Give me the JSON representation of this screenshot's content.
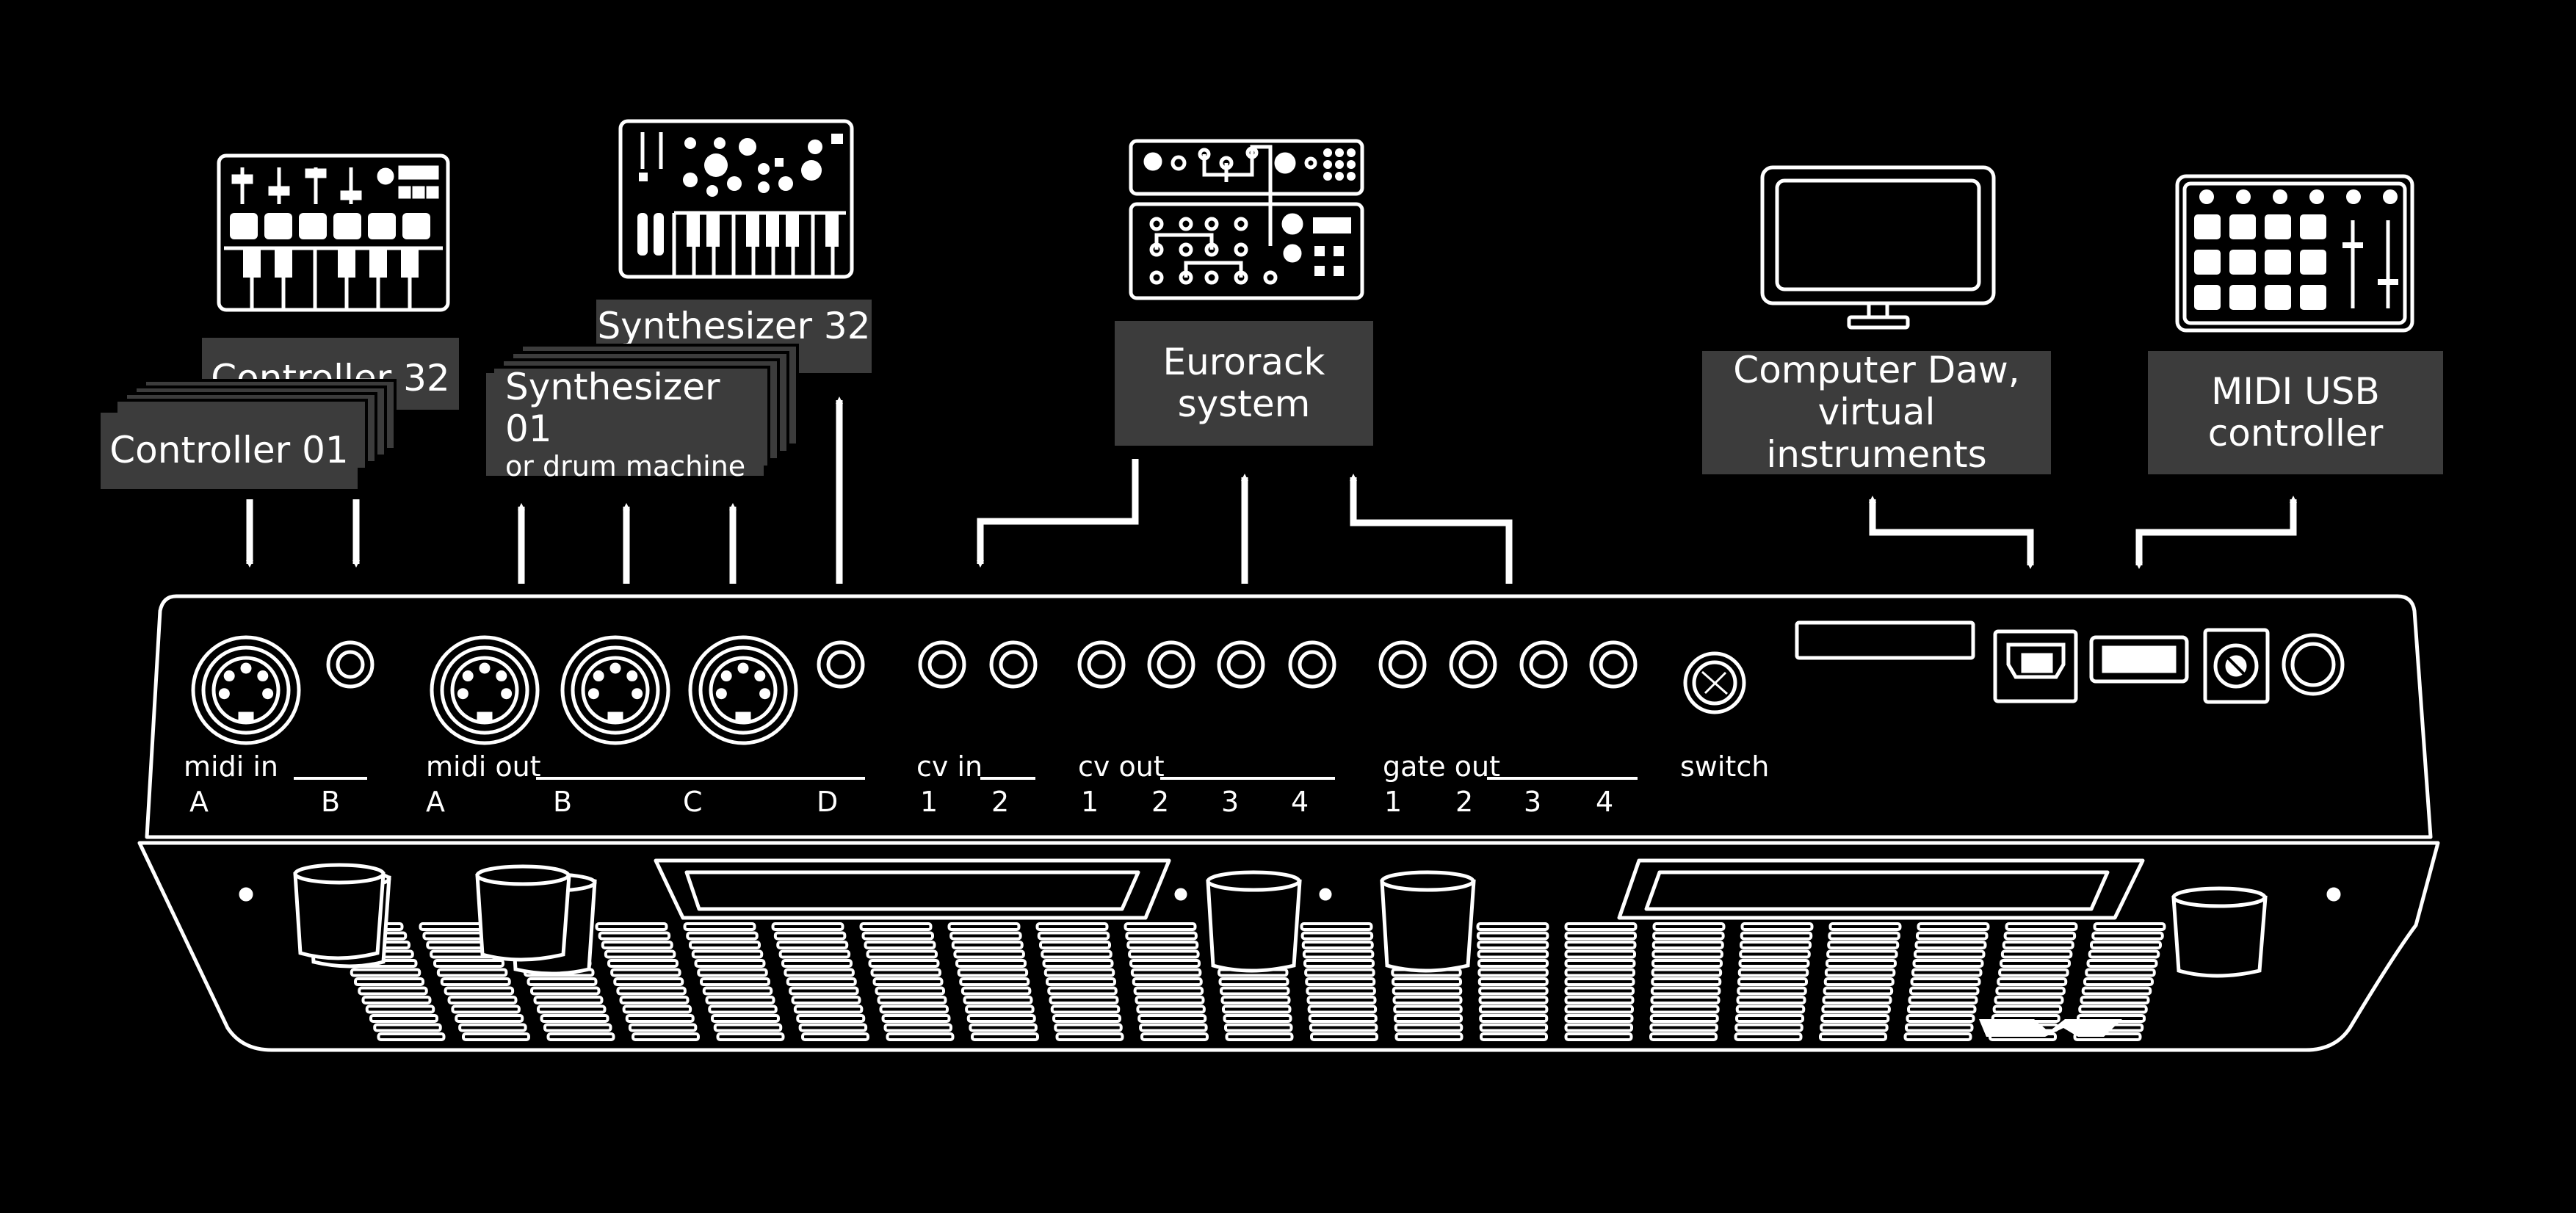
{
  "colors": {
    "background": "#000000",
    "line": "#ffffff",
    "label_bg": "#3c3c3c",
    "label_text": "#ffffff"
  },
  "devices": {
    "controller_back": "Controller 32",
    "controller_front": "Controller 01",
    "synth_back": "Synthesizer 32",
    "synth_front": "Synthesizer 01",
    "synth_front_sub": "or drum machine",
    "eurorack_line1": "Eurorack",
    "eurorack_line2": "system",
    "computer_line1": "Computer Daw,",
    "computer_line2": "virtual instruments",
    "usb_line1": "MIDI USB",
    "usb_line2": "controller"
  },
  "ports": {
    "midi_in": {
      "label": "midi in",
      "channels": [
        "A",
        "B"
      ]
    },
    "midi_out": {
      "label": "midi out",
      "channels": [
        "A",
        "B",
        "C",
        "D"
      ]
    },
    "cv_in": {
      "label": "cv in",
      "channels": [
        "1",
        "2"
      ]
    },
    "cv_out": {
      "label": "cv out",
      "channels": [
        "1",
        "2",
        "3",
        "4"
      ]
    },
    "gate_out": {
      "label": "gate out",
      "channels": [
        "1",
        "2",
        "3",
        "4"
      ]
    },
    "switch": {
      "label": "switch"
    }
  },
  "icons": [
    "keyboard-controller-icon",
    "synthesizer-icon",
    "eurorack-icon",
    "computer-monitor-icon",
    "pad-controller-icon"
  ]
}
